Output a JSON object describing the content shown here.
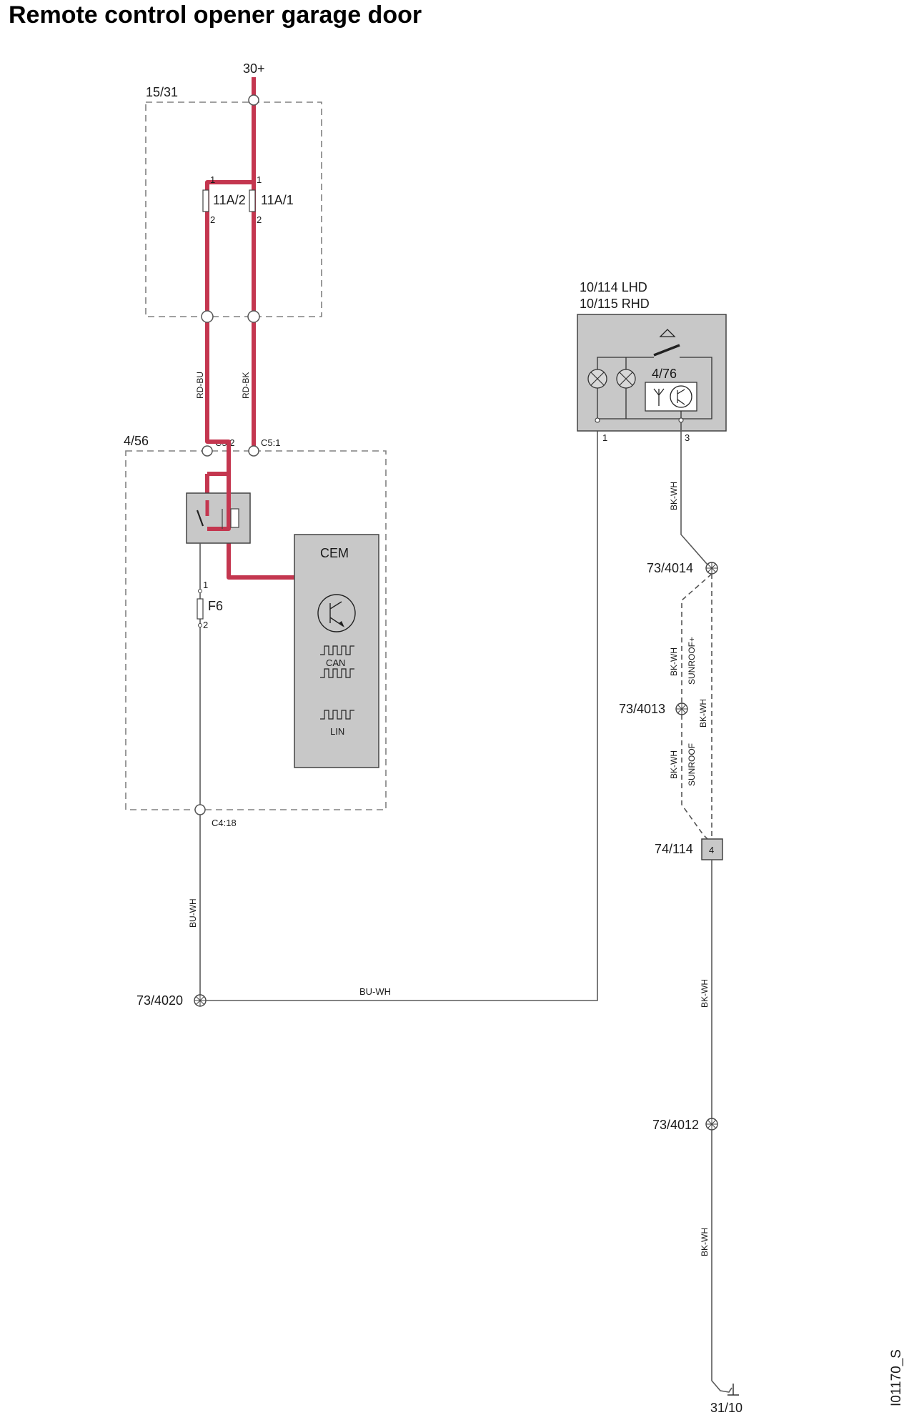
{
  "title": "Remote control opener garage door",
  "labels": {
    "supply": "30+",
    "fusebox": "15/31",
    "fuse_a": "11A/2",
    "fuse_b": "11A/1",
    "pin_1": "1",
    "pin_2": "2",
    "pin_3": "3",
    "pin_4": "4",
    "wire_rd_bu": "RD-BU",
    "wire_rd_bk": "RD-BK",
    "module": "4/56",
    "conn_c5_2": "C5:2",
    "conn_c5_1": "C5:1",
    "fuse_f6": "F6",
    "cem": "CEM",
    "can": "CAN",
    "lin": "LIN",
    "conn_c4_18": "C4:18",
    "wire_bu_wh": "BU-WH",
    "splice_4020": "73/4020",
    "mirror_lhd": "10/114 LHD",
    "mirror_rhd": "10/115 RHD",
    "transmitter": "4/76",
    "wire_bk_wh": "BK-WH",
    "splice_4014": "73/4014",
    "splice_4013": "73/4013",
    "sunroof_plus": "SUNROOF+",
    "sunroof": "SUNROOF",
    "conn_74_114": "74/114",
    "splice_4012": "73/4012",
    "ground": "31/10",
    "diagram_id": "I01170_S"
  }
}
